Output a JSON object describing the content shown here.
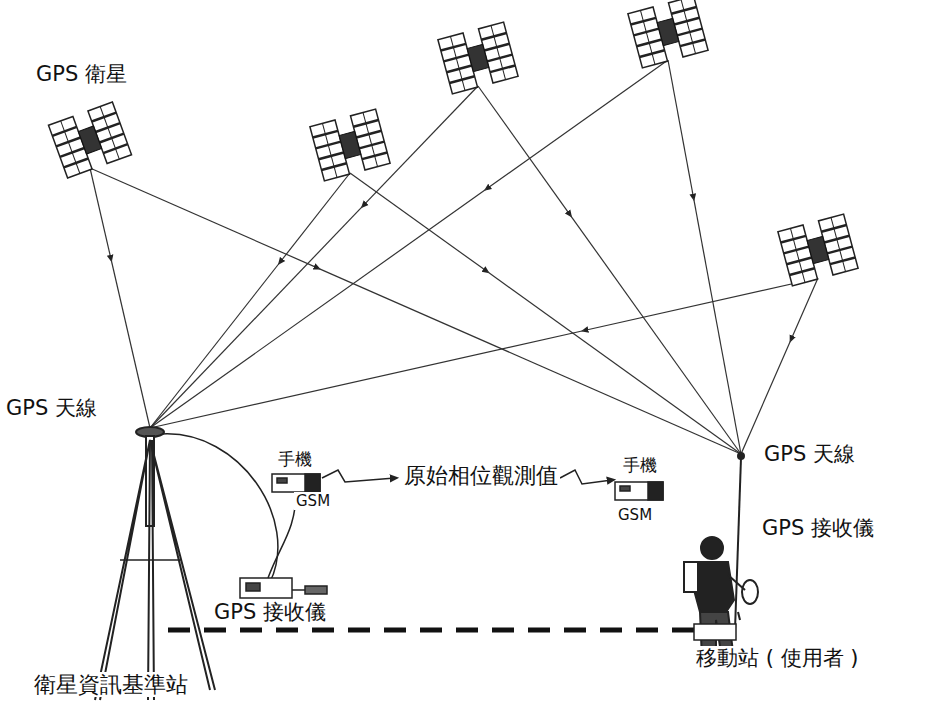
{
  "diagram": {
    "labels": [
      "GPS 衛星",
      "GPS 天線",
      "手機",
      "GSM",
      "原始相位觀測值",
      "手機",
      "GPS 天線",
      "GSM",
      "GPS 接收儀",
      "GPS 接收儀",
      "移動站 ( 使用者 )",
      "衛星資訊基準站"
    ]
  }
}
